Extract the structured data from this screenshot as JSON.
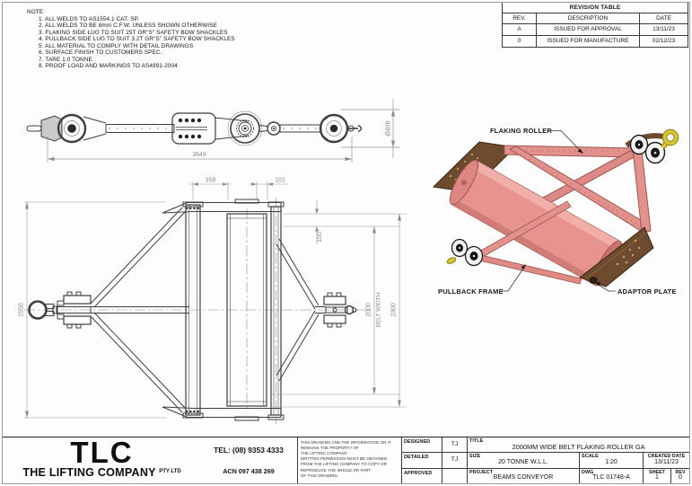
{
  "notes": {
    "heading": "NOTE:",
    "items": [
      "1. ALL WELDS TO AS1554.1 CAT. SP.",
      "2. ALL WELDS TO BE 8mm C.F.W. UNLESS SHOWN OTHERWISE",
      "3. FLAKING SIDE LUG TO SUIT 25T GR\"S\" SAFETY BOW SHACKLES",
      "4. PULLBACK SIDE LUG TO SUIT 3.2T GR\"S\" SAFETY BOW SHACKLES",
      "5. ALL MATERIAL TO COMPLY WITH DETAIL DRAWINGS",
      "6. SURFACE FINISH TO CUSTOMERS SPEC.",
      "7. TARE 1.0 TONNE",
      "8. PROOF LOAD AND MARKINGS TO AS4991-2004"
    ]
  },
  "revision_table": {
    "title": "REVISION TABLE",
    "headers": [
      "REV.",
      "DESCRIPTION",
      "DATE"
    ],
    "rows": [
      {
        "rev": "A",
        "description": "ISSUED FOR APPROVAL",
        "date": "13/11/23"
      },
      {
        "rev": "0",
        "description": "ISSUED FOR MANUFACTURE",
        "date": "02/12/23"
      }
    ]
  },
  "drawings": {
    "side_view": {
      "dim_length": "3649",
      "dim_diameter": "Ø406"
    },
    "plan_view": {
      "dim_top_left": "358",
      "dim_top_right": "102",
      "dim_lug_offset": "150",
      "dim_overall": "2550",
      "dim_belt": "2000",
      "belt_width_label": "BELT WIDTH",
      "dim_roller_face": "2300"
    },
    "iso_view": {
      "label_flaking_roller": "FLAKING ROLLER",
      "label_pullback_frame": "PULLBACK FRAME",
      "label_adaptor_plate": "ADAPTOR PLATE",
      "colors": {
        "frame_pink": "#e2918c",
        "plate_brown": "#6e4b2e",
        "shackle_yellow": "#d8c832",
        "wheel_white": "#f2f2f2",
        "hub_black": "#151515"
      }
    }
  },
  "title_block": {
    "company": {
      "logo": "TLC",
      "name": "THE LIFTING COMPANY",
      "suffix": "PTY LTD",
      "tel": "TEL: (08) 9353 4333",
      "acn": "ACN 097 438 269"
    },
    "disclaimer": [
      "THIS DRAWING AND THE INFORMATION ON IT",
      "REMAINS THE PROPERTY OF",
      "THE LIFTING COMPANY.",
      "WRITTEN PERMISSION MUST BE OBTAINED",
      "FROM THE LIFTING COMPANY TO COPY OR",
      "REPRODUCE THE WHOLE OR PART",
      "OF THIS DRAWING."
    ],
    "fields": {
      "designed_label": "DESIGNED",
      "designed_value": "TJ",
      "detailed_label": "DETAILED",
      "detailed_value": "TJ",
      "approved_label": "APPROVED",
      "approved_value": "",
      "title_label": "TITLE",
      "title_value": "2000MM WIDE BELT FLAKING ROLLER GA",
      "size_label": "SIZE",
      "size_value": "20 TONNE W.L.L.",
      "scale_label": "SCALE",
      "scale_value": "1:20",
      "created_label": "CREATED DATE",
      "created_value": "13/11/23",
      "project_label": "PROJECT",
      "project_value": "BEAMS CONVEYOR",
      "dwg_label": "DWG",
      "dwg_value": "TLC 01748-A",
      "sheet_label": "SHEET",
      "sheet_value": "1",
      "rev_label": "REV",
      "rev_value": "0"
    }
  }
}
